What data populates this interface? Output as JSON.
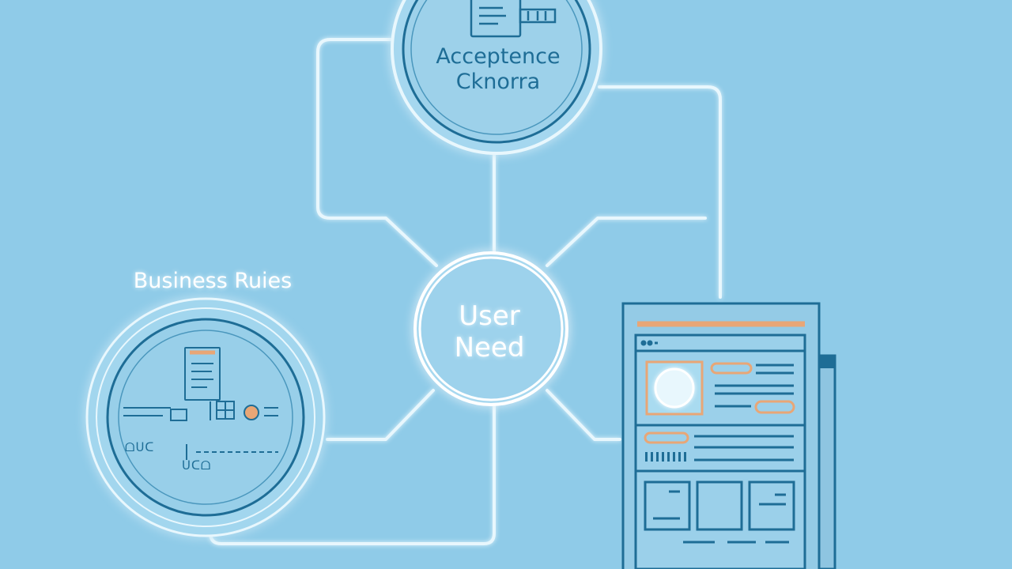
{
  "colors": {
    "background": "#8fcbe8",
    "line": "#e8f7fd",
    "node_stroke": "#1e6d96",
    "text_dark": "#1e6d96",
    "text_light": "#ffffff",
    "accent": "#e8a676"
  },
  "nodes": {
    "acceptance_criteria": {
      "label_line1": "Acceptence",
      "label_line2": "Cknorra",
      "icon": "document-icon"
    },
    "user_need": {
      "label_line1": "User",
      "label_line2": "Need"
    },
    "business_rules": {
      "label": "Business Ruies",
      "icon": "document-icon",
      "glyph_line1": "ᗝᑌᑕ",
      "glyph_line2": "ᑌᑕᗝ"
    },
    "interface_mockup": {
      "icon": "web-page-mockup-icon"
    }
  }
}
